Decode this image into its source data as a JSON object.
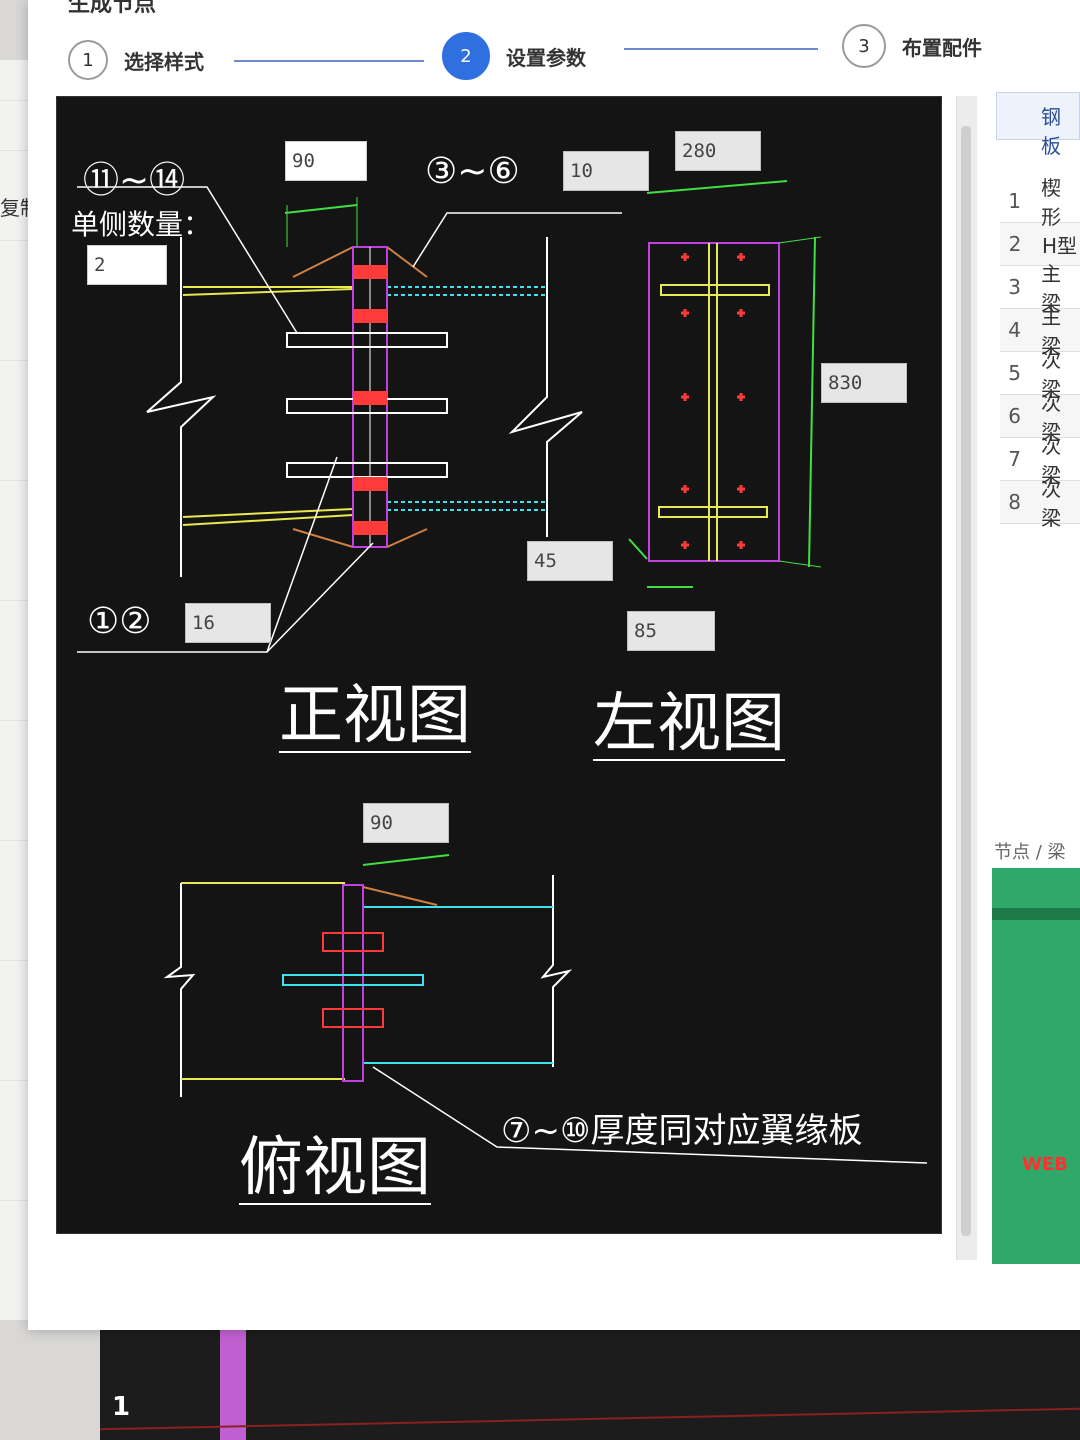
{
  "dialog": {
    "title": "生成节点",
    "steps": [
      {
        "number": "1",
        "label": "选择样式",
        "active": false
      },
      {
        "number": "2",
        "label": "设置参数",
        "active": true
      },
      {
        "number": "3",
        "label": "布置配件",
        "active": false
      }
    ]
  },
  "background": {
    "left_label": "复制",
    "bottom_axis_number": "1"
  },
  "diagram": {
    "front_view": {
      "title": "正视图",
      "label_bolts_rows": "⑪~⑭",
      "label_single_side_count": "单侧数量：",
      "single_side_count": "2",
      "dim_top": "90",
      "label_plates_3_6": "③~⑥",
      "plate_3_6_value": "10",
      "label_plates_1_2": "①②",
      "plate_1_2_value": "16",
      "dim_edge": "45"
    },
    "left_view": {
      "title": "左视图",
      "dim_width": "280",
      "dim_height": "830",
      "dim_bottom": "85"
    },
    "top_view": {
      "title": "俯视图",
      "dim_top": "90",
      "note": "⑦~⑩厚度同对应翼缘板"
    }
  },
  "right_panel": {
    "tab_label": "钢板",
    "rows": [
      {
        "index": "1",
        "name": "楔形"
      },
      {
        "index": "2",
        "name": "H型"
      },
      {
        "index": "3",
        "name": "主梁"
      },
      {
        "index": "4",
        "name": "主梁"
      },
      {
        "index": "5",
        "name": "次梁"
      },
      {
        "index": "6",
        "name": "次梁"
      },
      {
        "index": "7",
        "name": "次梁"
      },
      {
        "index": "8",
        "name": "次梁"
      }
    ],
    "caption": "节点 / 梁",
    "preview_tag": "WEB"
  },
  "colors": {
    "step_active": "#2f6fe0",
    "cad_background": "#141414",
    "plate_magenta": "#c040e0",
    "bolt_red": "#ff3a3a",
    "flange_yellow": "#e8e850",
    "cyan": "#40e0f0",
    "dimension_green": "#40e040",
    "preview_green": "#2fa86a"
  }
}
